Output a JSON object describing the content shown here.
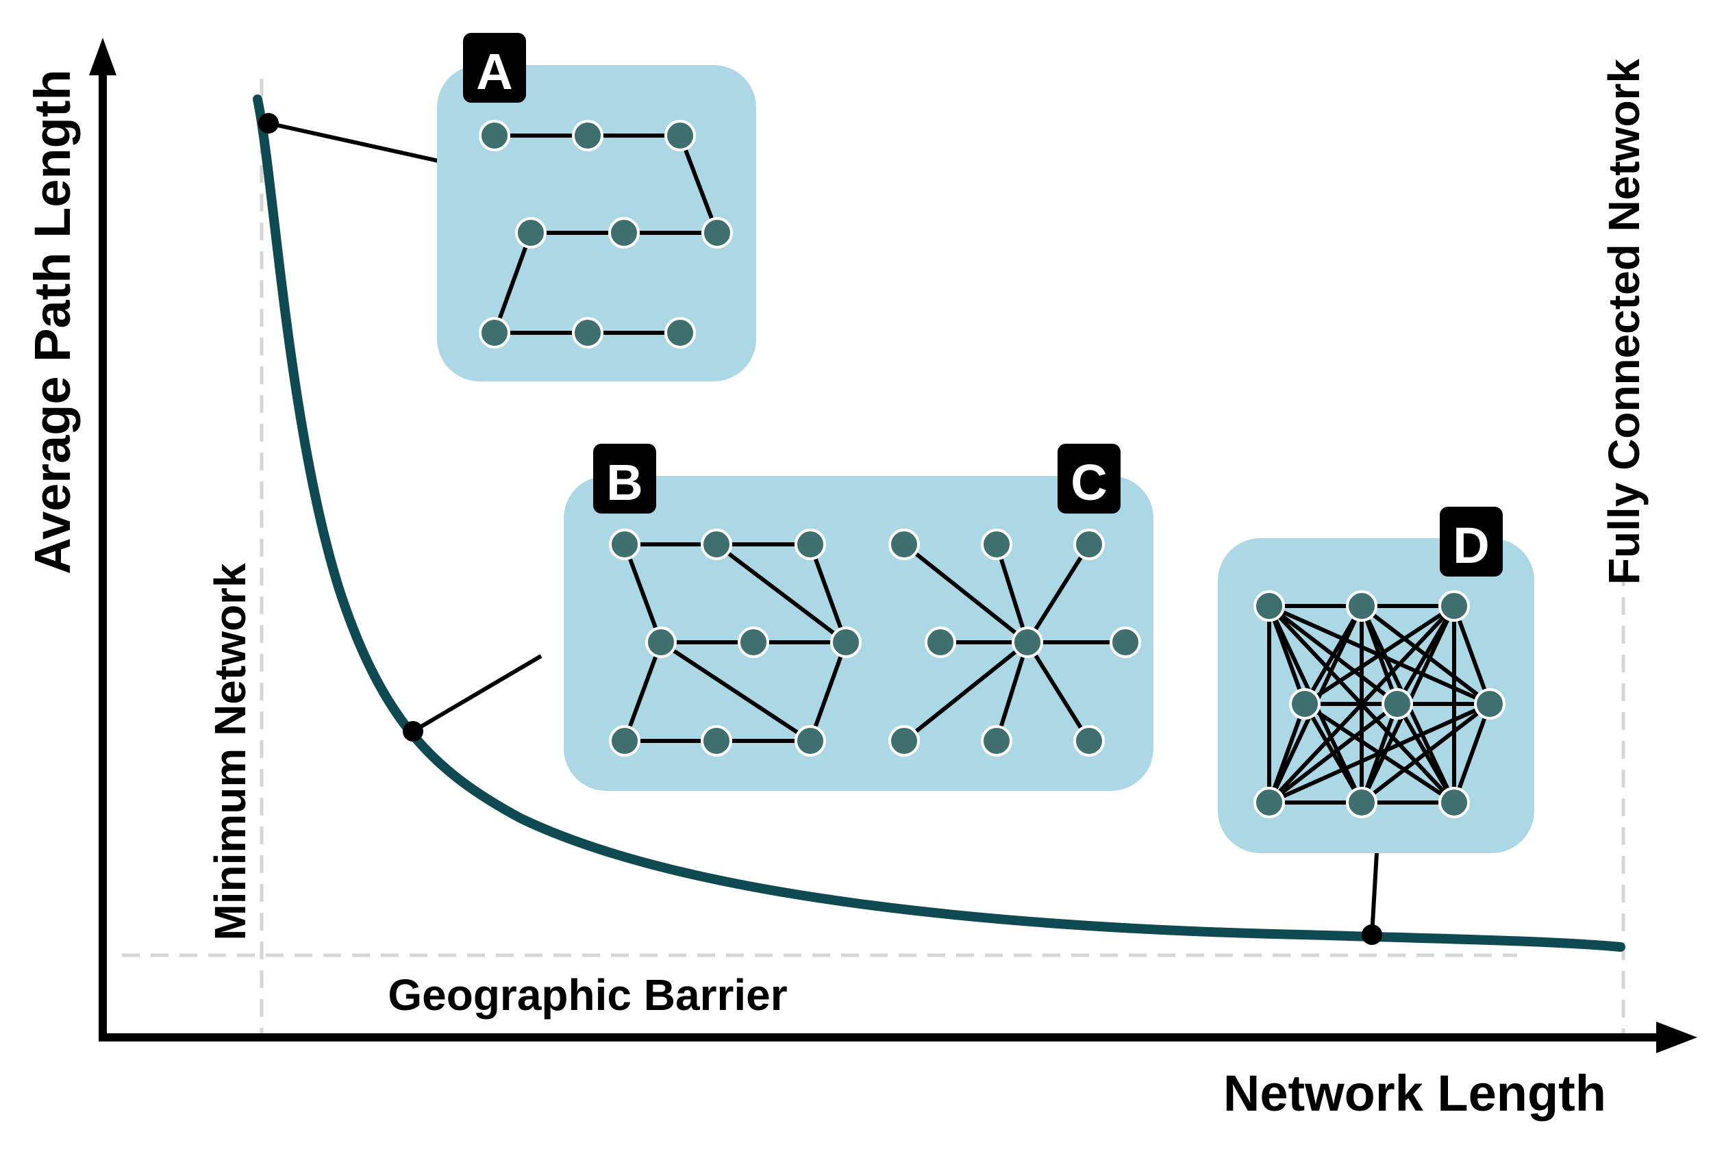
{
  "axes": {
    "x_label": "Network Length",
    "y_label": "Average Path Length"
  },
  "references": {
    "minimum_network": "Minimum Network",
    "fully_connected_network": "Fully Connected Network",
    "geographic_barrier": "Geographic Barrier"
  },
  "panels": {
    "a": {
      "badge": "A"
    },
    "b": {
      "badge": "B"
    },
    "c": {
      "badge": "C"
    },
    "d": {
      "badge": "D"
    }
  },
  "colors": {
    "curve": "#0f4a52",
    "panel_fill": "#acd8e6",
    "node_fill": "#3f6f6f",
    "node_stroke": "#ffffff",
    "edge": "#000000",
    "axis": "#000000",
    "guide": "#d6d6d6",
    "badge_fill": "#000000"
  }
}
